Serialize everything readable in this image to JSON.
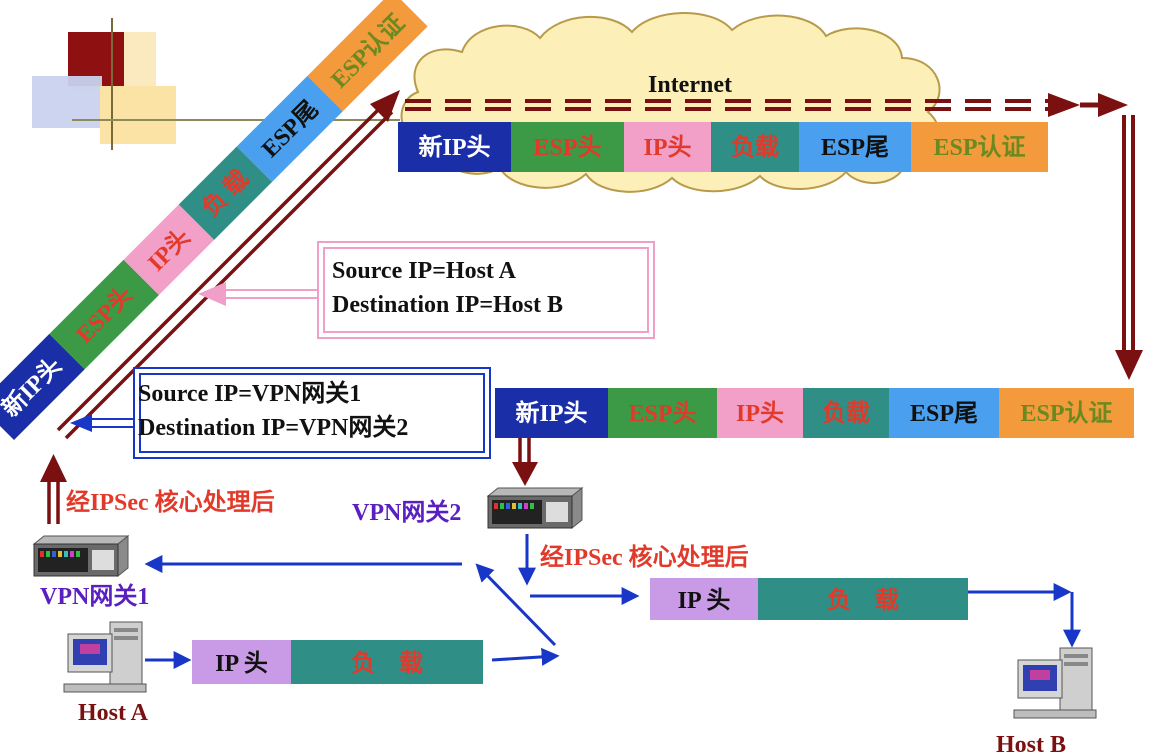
{
  "internet_label": "Internet",
  "packet_top": [
    {
      "label": "新IP头",
      "bg": "#1a2ea8",
      "fg": "#ffffff"
    },
    {
      "label": "ESP头",
      "bg": "#3c9a46",
      "fg": "#e23a2a"
    },
    {
      "label": "IP头",
      "bg": "#f2a0c8",
      "fg": "#e23a2a"
    },
    {
      "label": "负载",
      "bg": "#2f8f86",
      "fg": "#e23a2a"
    },
    {
      "label": "ESP尾",
      "bg": "#4aa0ee",
      "fg": "#111111"
    },
    {
      "label": "ESP认证",
      "bg": "#f39a3c",
      "fg": "#6a8a1f"
    }
  ],
  "packet_mid": [
    {
      "label": "新IP头",
      "bg": "#1a2ea8",
      "fg": "#ffffff"
    },
    {
      "label": "ESP头",
      "bg": "#3c9a46",
      "fg": "#e23a2a"
    },
    {
      "label": "IP头",
      "bg": "#f2a0c8",
      "fg": "#e23a2a"
    },
    {
      "label": "负载",
      "bg": "#2f8f86",
      "fg": "#e23a2a"
    },
    {
      "label": "ESP尾",
      "bg": "#4aa0ee",
      "fg": "#111111"
    },
    {
      "label": "ESP认证",
      "bg": "#f39a3c",
      "fg": "#6a8a1f"
    }
  ],
  "packet_diag": [
    {
      "label": "新IP头",
      "bg": "#1a2ea8",
      "fg": "#ffffff"
    },
    {
      "label": "ESP头",
      "bg": "#3c9a46",
      "fg": "#e23a2a"
    },
    {
      "label": "IP头",
      "bg": "#f2a0c8",
      "fg": "#e23a2a"
    },
    {
      "label": "负 载",
      "bg": "#2f8f86",
      "fg": "#e23a2a"
    },
    {
      "label": "ESP尾",
      "bg": "#4aa0ee",
      "fg": "#111111"
    },
    {
      "label": "ESP认证",
      "bg": "#f39a3c",
      "fg": "#6a8a1f"
    }
  ],
  "inner_box": {
    "line1": "Source IP=Host A",
    "line2": "Destination IP=Host B"
  },
  "outer_box": {
    "line1": "Source IP=VPN网关1",
    "line2": "Destination IP=VPN网关2"
  },
  "process_label_left": "经IPSec 核心处理后",
  "process_label_right": "经IPSec 核心处理后",
  "gateway1_label": "VPN网关1",
  "gateway2_label": "VPN网关2",
  "hostA_label": "Host A",
  "hostB_label": "Host B",
  "packet_plain_left": {
    "ip": "IP 头",
    "payload": "负    载"
  },
  "packet_plain_right": {
    "ip": "IP 头",
    "payload": "负    载"
  },
  "colors": {
    "dark_red_arrow": "#7a1010",
    "blue_arrow": "#1836c8",
    "pink_arrow": "#f0a0c8",
    "gateway_label": "#5a1fc0",
    "process_label": "#e23a2a",
    "host_label": "#7a1010",
    "ip_header_plain": "#c99be6",
    "payload_plain": "#2f8f86"
  }
}
